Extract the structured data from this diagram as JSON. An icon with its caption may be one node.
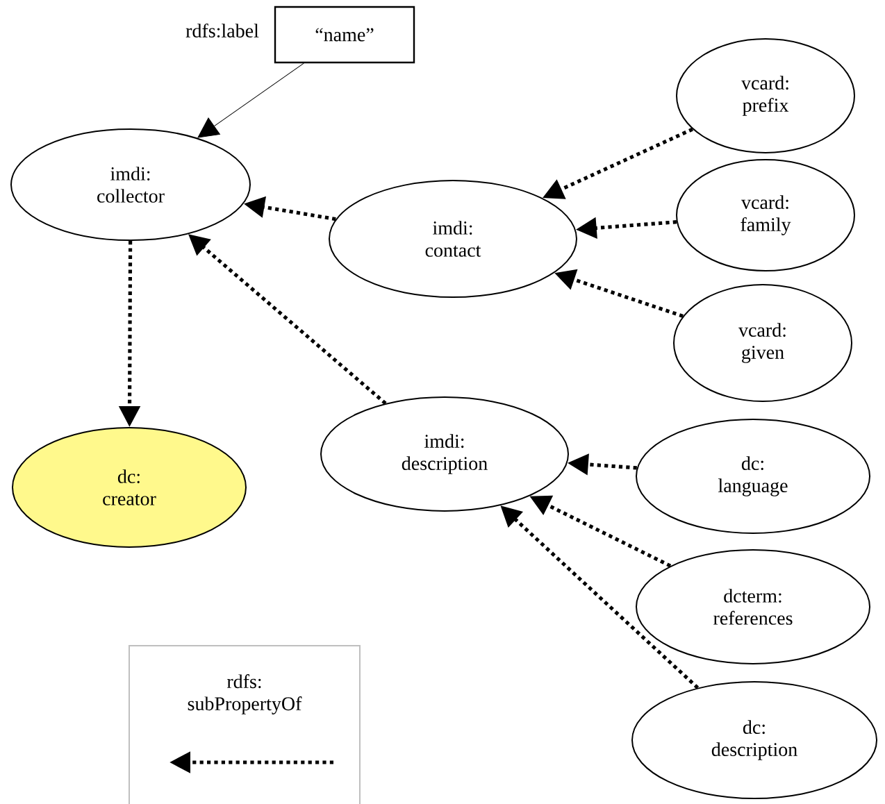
{
  "diagram": {
    "nodes": [
      {
        "text": [
          "“name”"
        ]
      },
      {
        "text": [
          "imdi: collector"
        ]
      },
      {
        "text": [
          "imdi: contact"
        ]
      },
      {
        "text": [
          "vcard: prefix"
        ]
      },
      {
        "text": [
          "vcard: family"
        ]
      },
      {
        "text": [
          "vcard: given"
        ]
      },
      {
        "text": [
          "dc: creator"
        ]
      },
      {
        "text": [
          "imdi: description"
        ]
      },
      {
        "text": [
          "dc: language"
        ]
      },
      {
        "text": [
          "dcterm: references"
        ]
      },
      {
        "text": [
          "dc: description"
        ]
      }
    ],
    "edges": [
      {
        "from": 0,
        "to": 1,
        "arrow": "to",
        "label": "rdfs:label"
      },
      {
        "from": 1,
        "to": 6,
        "arrow": "to",
        "style": "dashed"
      },
      {
        "from": 2,
        "to": 1,
        "arrow": "to",
        "style": "dashed"
      },
      {
        "from": 7,
        "to": 1,
        "arrow": "to",
        "style": "dashed"
      },
      {
        "from": 3,
        "to": 2,
        "arrow": "to",
        "style": "dashed"
      },
      {
        "from": 4,
        "to": 2,
        "arrow": "to",
        "style": "dashed"
      },
      {
        "from": 5,
        "to": 2,
        "arrow": "to",
        "style": "dashed"
      },
      {
        "from": 8,
        "to": 7,
        "arrow": "to",
        "style": "dashed"
      },
      {
        "from": 9,
        "to": 7,
        "arrow": "to",
        "style": "dashed"
      },
      {
        "from": 10,
        "to": 7,
        "arrow": "to",
        "style": "dashed"
      }
    ],
    "legend": [
      {
        "text": "rdfs: subPropertyOf"
      }
    ]
  }
}
